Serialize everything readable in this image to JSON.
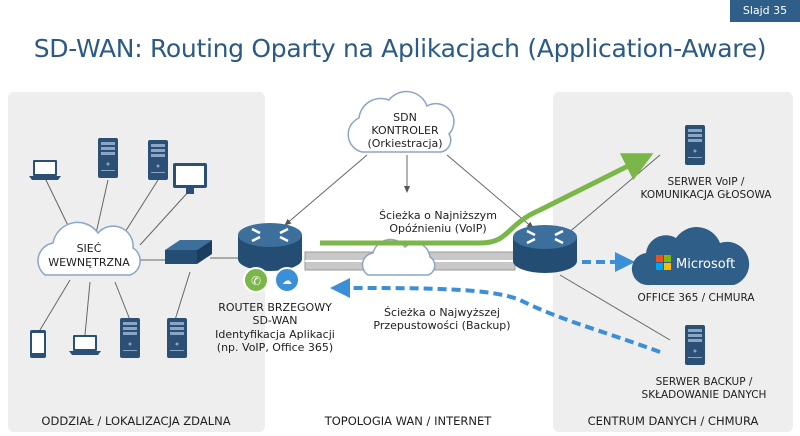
{
  "slide_badge": "Slajd 35",
  "title": "SD-WAN: Routing Oparty na Aplikacjach (Application-Aware)",
  "left_panel": {
    "cloud_line1": "SIEĆ",
    "cloud_line2": "WEWNĘTRZNA",
    "footer": "ODDZIAŁ / LOKALIZACJA ZDALNA"
  },
  "center": {
    "sdn_line1": "SDN",
    "sdn_line2": "KONTROLER",
    "sdn_line3": "(Orkiestracja)",
    "path_low_latency_line1": "Ścieżka o Najniższym",
    "path_low_latency_line2": "Opóźnieniu (VoIP)",
    "path_high_bw_line1": "Ścieżka o Najwyższej",
    "path_high_bw_line2": "Przepustowości (Backup)",
    "router_line1": "ROUTER BRZEGOWY",
    "router_line2": "SD-WAN",
    "router_line3": "Identyfikacja Aplikacji",
    "router_line4": "(np. VoIP, Office 365)",
    "footer": "TOPOLOGIA WAN / INTERNET"
  },
  "right_panel": {
    "voip_line1": "SERWER VoIP /",
    "voip_line2": "KOMUNIKACJA GŁOSOWA",
    "ms_logo_text": "Microsoft",
    "office_label": "OFFICE 365 / CHMURA",
    "backup_line1": "SERWER BACKUP /",
    "backup_line2": "SKŁADOWANIE DANYCH",
    "footer": "CENTRUM DANYCH / CHMURA"
  },
  "colors": {
    "primary": "#2f5f88",
    "voip_path": "#7ab648",
    "backup_path": "#3a8fd6",
    "panel": "#eeeeee"
  }
}
